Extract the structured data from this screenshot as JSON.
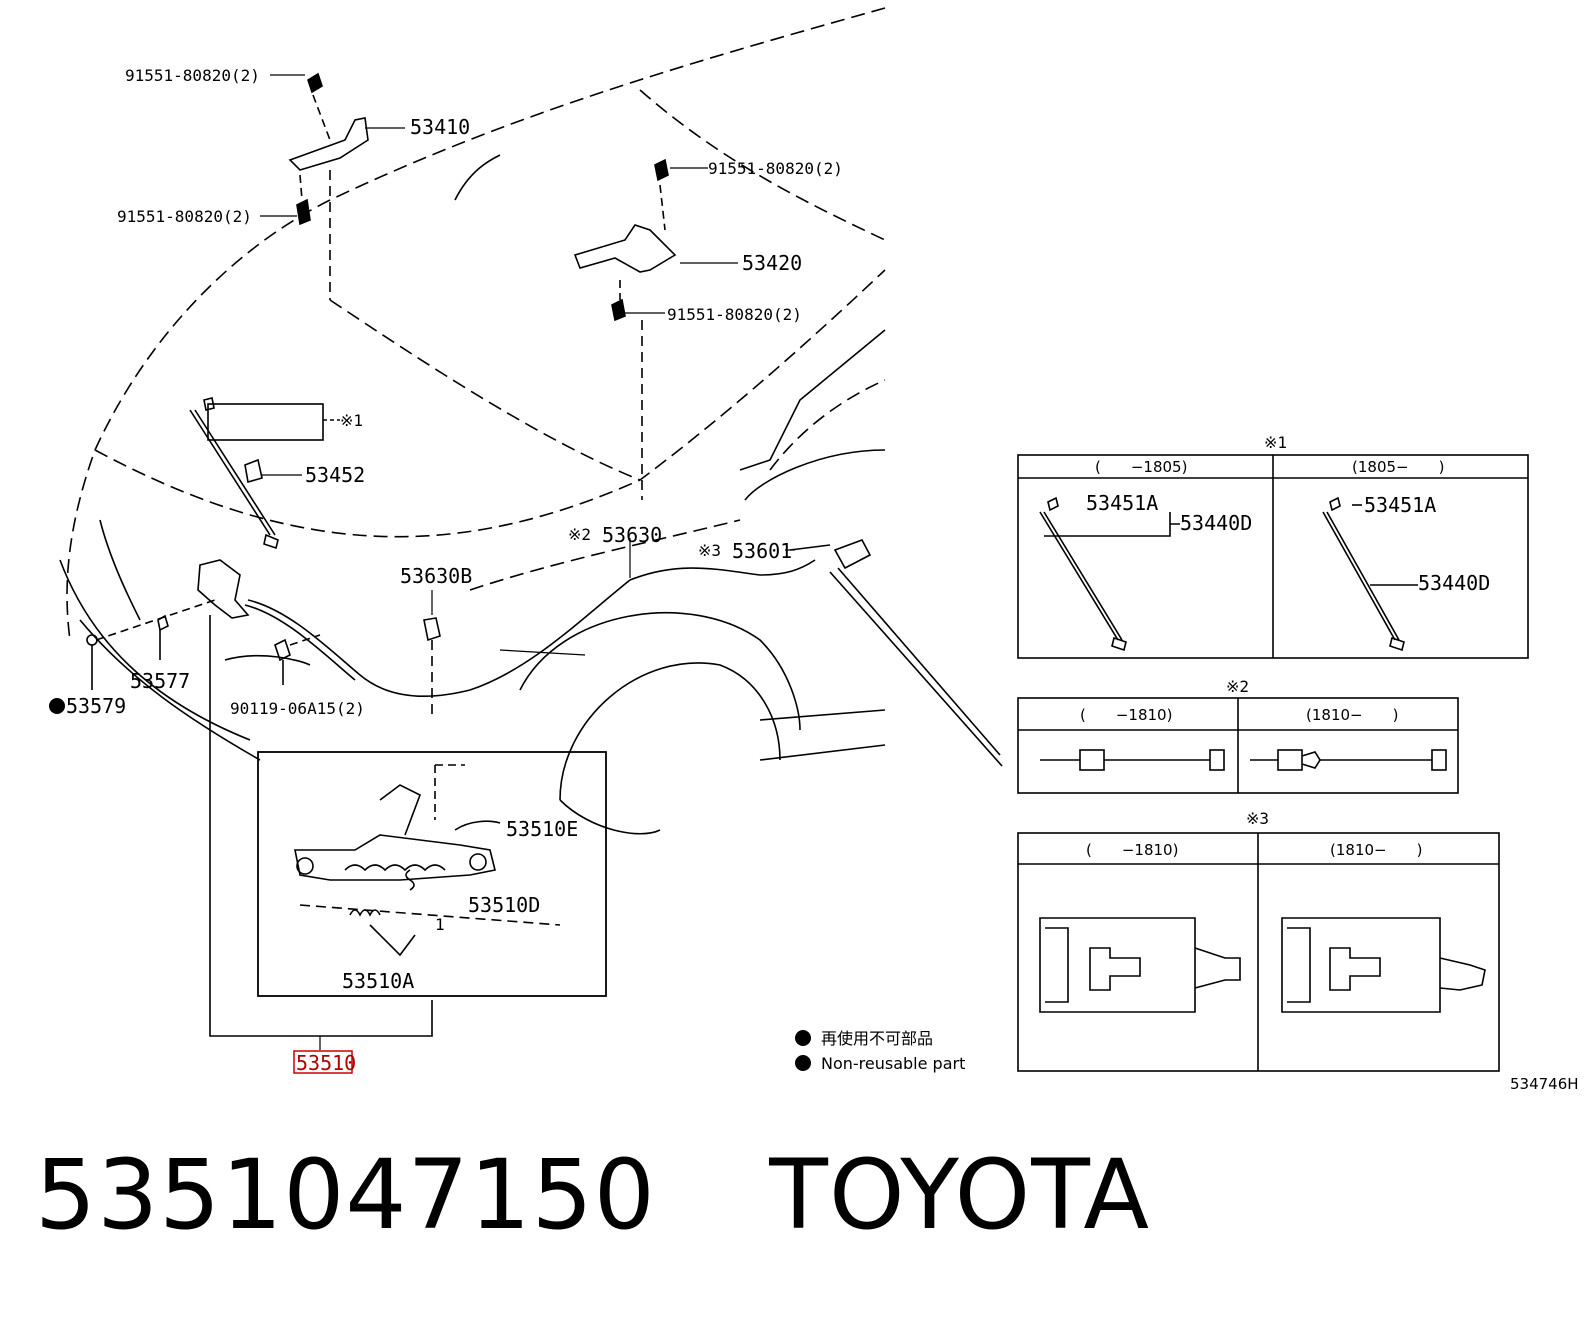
{
  "labels": {
    "bolt_tl": "91551-80820(2)",
    "bolt_ml": "91551-80820(2)",
    "bolt_tr": "91551-80820(2)",
    "bolt_mr": "91551-80820(2)",
    "hinge_l": "53410",
    "hinge_r": "53420",
    "note1_ref": "※1",
    "support": "53452",
    "cable_mark": "※2",
    "cable": "53630",
    "clamp": "53630B",
    "handle_mark": "※3",
    "handle": "53601",
    "bumper_l": "53579",
    "bumper": "53577",
    "screw": "90119-06A15(2)",
    "spring_e": "53510E",
    "spring_d": "53510D",
    "spring_a": "53510A",
    "lock": "53510",
    "one": "1"
  },
  "legend": {
    "jp": "再使用不可部品",
    "en": "Non-reusable part"
  },
  "inset1": {
    "mark": "※1",
    "left_head": "(　　−1805)",
    "right_head": "(1805−　　)",
    "rod_a": "53451A",
    "rod_d": "53440D",
    "rod_a2": "53451A",
    "rod_d2": "53440D"
  },
  "inset2": {
    "mark": "※2",
    "left_head": "(　　−1810)",
    "right_head": "(1810−　　)"
  },
  "inset3": {
    "mark": "※3",
    "left_head": "(　　−1810)",
    "right_head": "(1810−　　)"
  },
  "diagram_code": "534746H",
  "footer": {
    "part_number": "5351047150",
    "brand": "TOYOTA"
  }
}
